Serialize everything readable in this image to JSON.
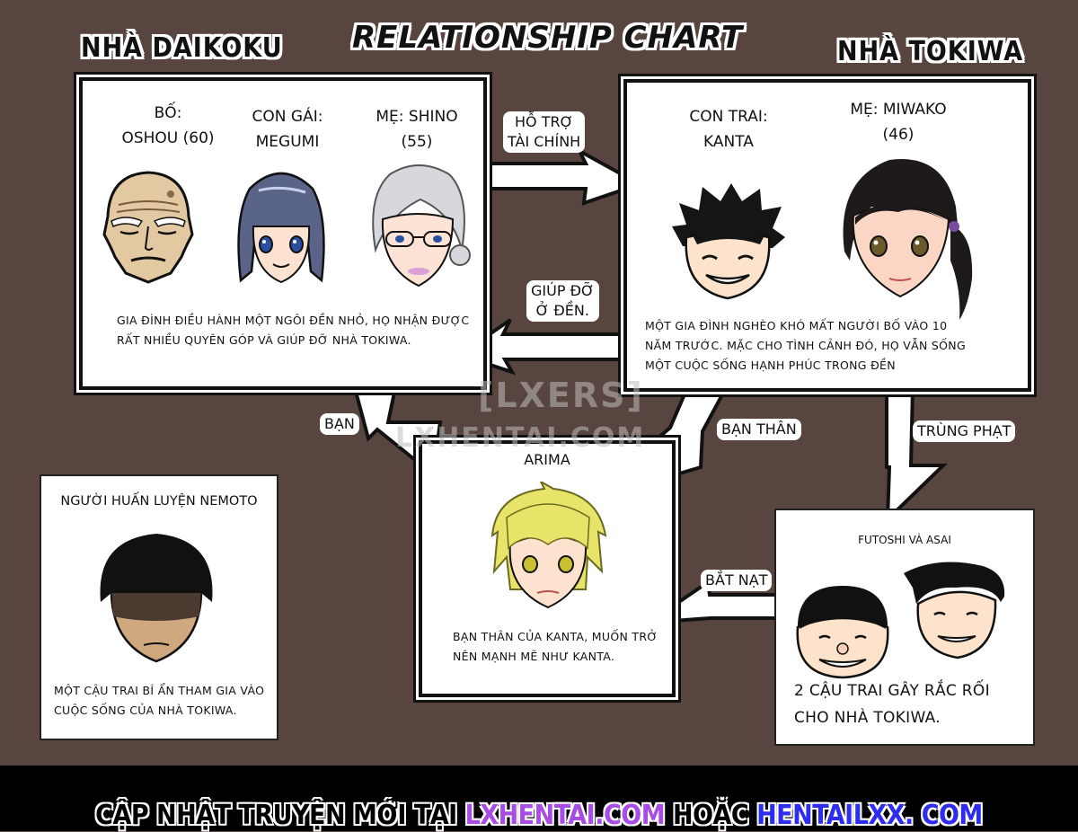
{
  "title": "RELATIONSHIP CHART",
  "families": {
    "daikoku": {
      "title": "NHÀ DAIKOKU",
      "members": [
        {
          "role": "BỐ:",
          "name": "OSHOU (60)",
          "face": "old-bald-man-face"
        },
        {
          "role": "CON GÁI:",
          "name": "MEGUMI",
          "face": "girl-dark-bob-hair-face"
        },
        {
          "role": "MẸ: SHINO",
          "name": "(55)",
          "face": "woman-gray-hair-glasses-face"
        }
      ],
      "description_lines": [
        "GIA ĐÌNH ĐIỀU HÀNH MỘT NGÔI ĐỀN NHỎ, HỌ NHẬN ĐƯỢC",
        "RẤT NHIỀU QUYÊN GÓP VÀ GIÚP ĐỠ NHÀ TOKIWA."
      ]
    },
    "tokiwa": {
      "title": "NHÀ TOKIWA",
      "members": [
        {
          "role": "CON TRAI:",
          "name": "KANTA",
          "face": "boy-spiky-hair-smiling-face"
        },
        {
          "role": "MẸ: MIWAKO",
          "name": "(46)",
          "face": "woman-dark-ponytail-face"
        }
      ],
      "description_lines": [
        "MỘT GIA ĐÌNH NGHÈO KHÓ MẤT NGƯỜI BỐ VÀO 10",
        "NĂM TRƯỚC. MẶC CHO TÌNH CẢNH ĐÓ, HỌ VẪN SỐNG",
        "MỘT CUỘC SỐNG HẠNH PHÚC TRONG ĐỀN"
      ]
    }
  },
  "characters": {
    "arima": {
      "name": "ARIMA",
      "face": "blond-boy-face",
      "description_lines": [
        "BẠN THÂN CỦA KANTA, MUỐN TRỞ",
        "NÊN MẠNH MẼ NHƯ KANTA."
      ]
    },
    "nemoto": {
      "name": "NGƯỜI HUẤN LUYỆN NEMOTO",
      "face": "shadowed-boy-face",
      "description_lines": [
        "MỘT CẬU TRAI BÍ ẨN THAM GIA VÀO",
        "CUỘC SỐNG CỦA NHÀ TOKIWA."
      ]
    },
    "bullies": {
      "name": "FUTOSHI VÀ ASAI",
      "faces": [
        "chubby-boy-face",
        "slick-hair-boy-face"
      ],
      "description_lines": [
        "2 CẬU TRAI GÂY RẮC RỐI",
        "CHO NHÀ TOKIWA."
      ]
    }
  },
  "relations": [
    {
      "from": "daikoku",
      "to": "tokiwa",
      "label_lines": [
        "HỖ TRỢ",
        "TÀI CHÍNH"
      ]
    },
    {
      "from": "tokiwa",
      "to": "daikoku",
      "label_lines": [
        "GIÚP ĐỠ",
        "Ở ĐỀN."
      ]
    },
    {
      "from": "daikoku",
      "to": "arima",
      "label_lines": [
        "BẠN"
      ]
    },
    {
      "from": "tokiwa",
      "to": "arima",
      "label_lines": [
        "BẠN THÂN"
      ]
    },
    {
      "from": "tokiwa",
      "to": "bullies",
      "label_lines": [
        "TRÙNG PHẠT"
      ]
    },
    {
      "from": "bullies",
      "to": "arima",
      "label_lines": [
        "BẮT NẠT"
      ]
    }
  ],
  "watermarks": [
    "[LXERS]",
    "LXHENTAI.COM"
  ],
  "footer": {
    "prefix": "CẬP NHẬT TRUYỆN MỚI TẠI ",
    "site1": "LXHENTAI.COM",
    "middle": " HOẶC ",
    "site2": "HENTAILXX. COM",
    "colors": {
      "site1": "#a94be6",
      "site2": "#2d2df0"
    }
  }
}
